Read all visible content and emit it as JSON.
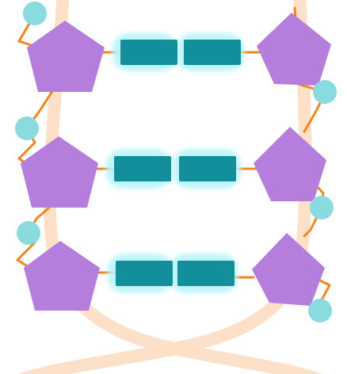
{
  "colors": {
    "background": "#ffffff",
    "backbone_strand": "#fde0c8",
    "sugar_pentagon": "#b57edc",
    "phosphate_circle": "#8adbe0",
    "phosphate_link": "#f5841f",
    "base_rect": "#128f9b",
    "base_glow": "#b9f5fa"
  },
  "icons": [
    "sugar-pentagon-icon",
    "phosphate-circle-icon",
    "nitrogen-base-icon"
  ],
  "structure": {
    "base_pairs": 3,
    "bases_per_pair": 2,
    "sugars_per_pair": 2,
    "phosphates": 6
  }
}
